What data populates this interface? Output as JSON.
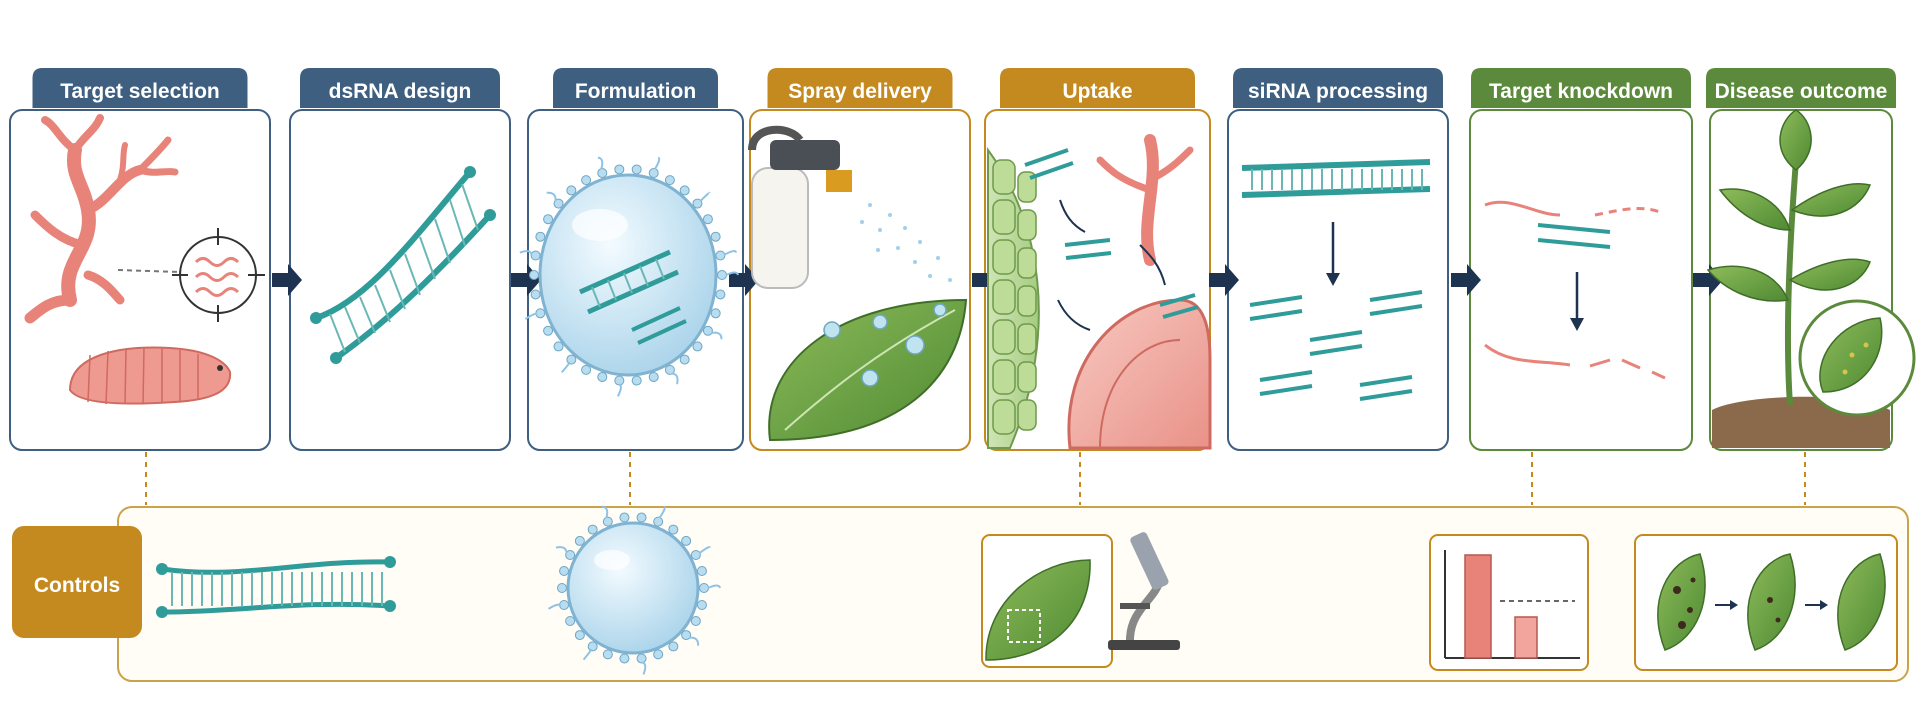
{
  "colors": {
    "blue": "#3f5f80",
    "gold": "#c48a1f",
    "green": "#5c8a3c",
    "teal": "#2f9c9a",
    "salmon": "#e8837a",
    "arrow": "#1e3350"
  },
  "stages": [
    {
      "label": "Target selection",
      "theme": "blue",
      "icon": "fungus-larva-target-icon"
    },
    {
      "label": "dsRNA design",
      "theme": "blue",
      "icon": "dsrna-helix-icon"
    },
    {
      "label": "Formulation",
      "theme": "blue",
      "icon": "nanoparticle-dsrna-icon"
    },
    {
      "label": "Spray delivery",
      "theme": "gold",
      "icon": "spray-leaf-icon"
    },
    {
      "label": "Uptake",
      "theme": "gold",
      "icon": "cell-uptake-icon"
    },
    {
      "label": "siRNA processing",
      "theme": "blue",
      "icon": "dicer-sirna-icon"
    },
    {
      "label": "Target knockdown",
      "theme": "green",
      "icon": "mrna-degradation-icon"
    },
    {
      "label": "Disease outcome",
      "theme": "green",
      "icon": "healthy-plant-icon"
    }
  ],
  "controls": {
    "label": "Controls",
    "items": [
      {
        "name": "nontarget-dsrna-icon"
      },
      {
        "name": "empty-nanoparticle-icon"
      },
      {
        "name": "leaf-microscopy-icon"
      },
      {
        "name": "expression-bar-chart-icon"
      },
      {
        "name": "leaf-symptom-progression-icon"
      }
    ]
  }
}
